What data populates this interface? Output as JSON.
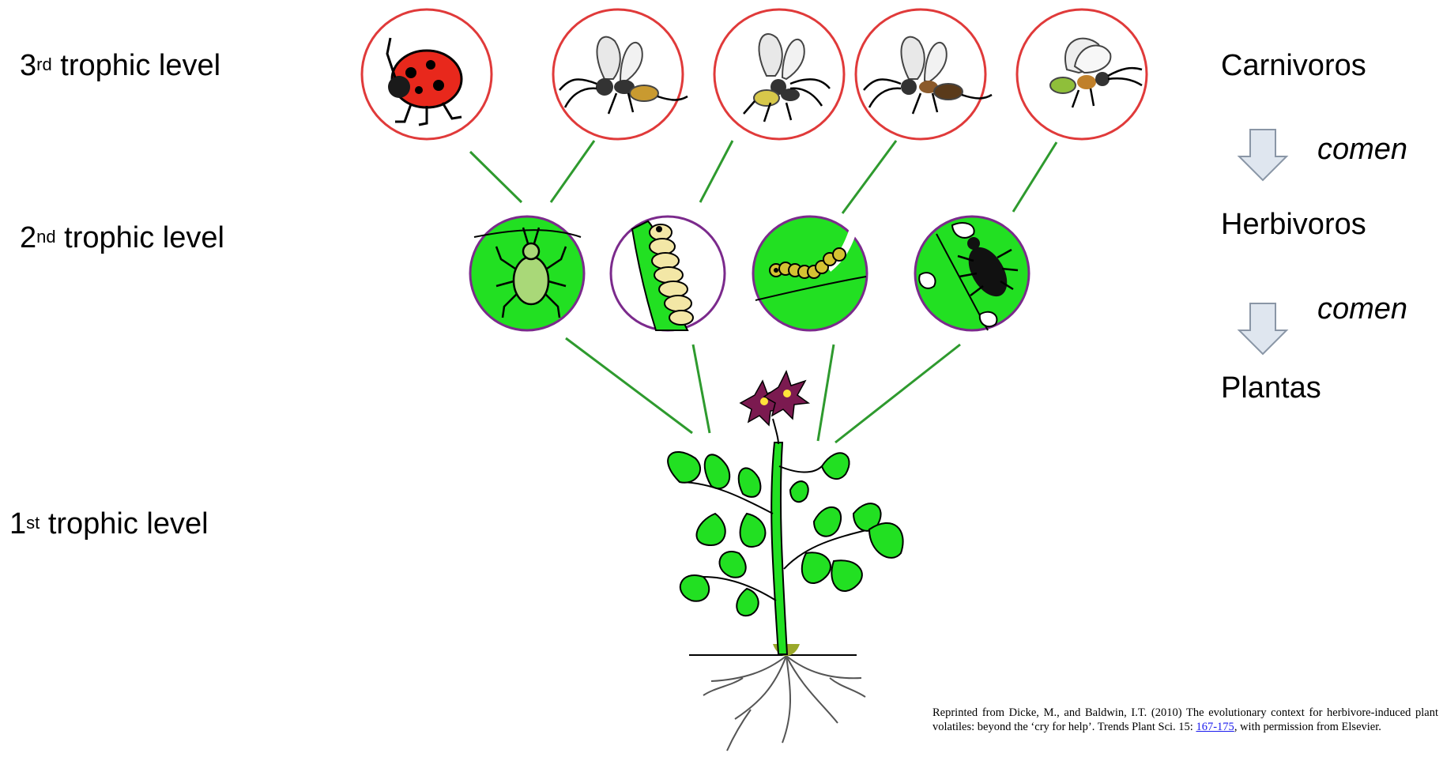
{
  "levels": {
    "third": {
      "num": "3",
      "sup": "rd",
      "text": " trophic level"
    },
    "second": {
      "num": "2",
      "sup": "nd",
      "text": " trophic level"
    },
    "first": {
      "num": "1",
      "sup": "st",
      "text": " trophic level"
    }
  },
  "right_labels": {
    "carnivoros": "Carnivoros",
    "comen_1": "comen",
    "herbivoros": "Herbivoros",
    "comen_2": "comen",
    "plantas": "Plantas"
  },
  "citation": {
    "before_link": "Reprinted from Dicke, M., and Baldwin, I.T. (2010) The evolutionary context for herbivore-induced plant volatiles: beyond the ‘cry for help’. Trends Plant Sci. 15: ",
    "link": "167-175",
    "after_link": ", with permission from Elsevier."
  },
  "colors": {
    "carnivore_ring": "#e03a3a",
    "herbivore_ring": "#7b2a8c",
    "leaf_green": "#22e022",
    "link_line": "#2e9a2e",
    "arrow_fill": "#dfe6ef",
    "arrow_stroke": "#8a96a6"
  },
  "icons": {
    "carnivores": [
      "ladybug-icon",
      "wasp-icon",
      "wasp-icon",
      "wasp-icon",
      "wasp-icon"
    ],
    "herbivores": [
      "aphid-icon",
      "larva-icon",
      "caterpillar-icon",
      "beetle-icon"
    ],
    "plant": "plant-icon"
  }
}
